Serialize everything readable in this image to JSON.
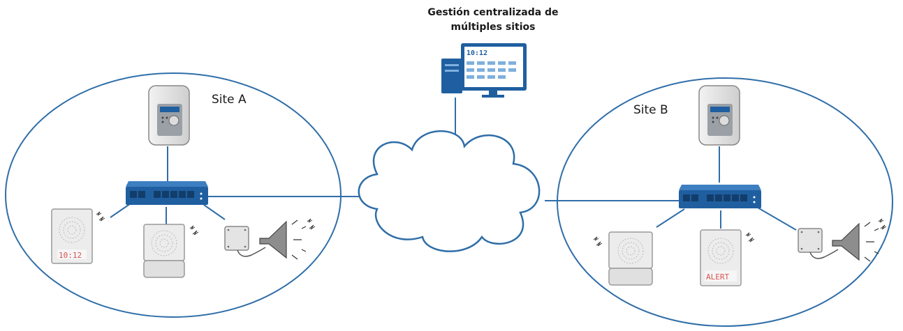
{
  "title": {
    "line1": "Gestión centralizada de",
    "line2": "múltiples sitios"
  },
  "monitor": {
    "time": "10:12"
  },
  "site_a": {
    "label": "Site A",
    "display_text": "10:12"
  },
  "site_b": {
    "label": "Site B",
    "display_text": "ALERT"
  },
  "colors": {
    "line": "#2f6ea8",
    "switch": "#1f5fa0",
    "device": "#e9e9e9",
    "led_text": "#d9534f"
  },
  "icons": [
    "cloud-icon",
    "monitor-icon",
    "server-tower-icon",
    "network-switch-icon",
    "controller-icon",
    "speaker-icon",
    "horn-speaker-icon",
    "junction-box-icon",
    "sound-wave-icon"
  ]
}
